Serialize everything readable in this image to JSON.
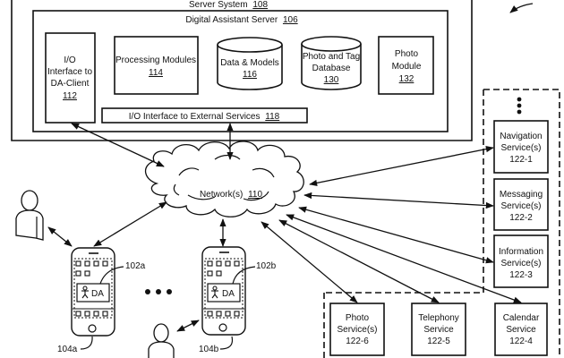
{
  "server_system": {
    "label": "Server System",
    "ref": "108"
  },
  "da_server": {
    "label": "Digital Assistant Server",
    "ref": "106"
  },
  "components": {
    "io_client": {
      "lines": [
        "I/O",
        "Interface to",
        "DA-Client"
      ],
      "ref": "112"
    },
    "processing": {
      "lines": [
        "Processing Modules"
      ],
      "ref": "114"
    },
    "data_models": {
      "lines": [
        "Data & Models"
      ],
      "ref": "116"
    },
    "photo_tag_db": {
      "lines": [
        "Photo and Tag",
        "Database"
      ],
      "ref": "130"
    },
    "photo_module": {
      "lines": [
        "Photo",
        "Module"
      ],
      "ref": "132"
    },
    "io_external": {
      "label": "I/O Interface to External Services",
      "ref": "118"
    }
  },
  "network": {
    "label": "Network(s)",
    "ref": "110"
  },
  "services": {
    "navigation": {
      "lines": [
        "Navigation",
        "Service(s)"
      ],
      "ref": "122-1"
    },
    "messaging": {
      "lines": [
        "Messaging",
        "Service(s)"
      ],
      "ref": "122-2"
    },
    "information": {
      "lines": [
        "Information",
        "Service(s)"
      ],
      "ref": "122-3"
    },
    "calendar": {
      "lines": [
        "Calendar",
        "Service"
      ],
      "ref": "122-4"
    },
    "telephony": {
      "lines": [
        "Telephony",
        "Service"
      ],
      "ref": "122-5"
    },
    "photo": {
      "lines": [
        "Photo",
        "Service(s)"
      ],
      "ref": "122-6"
    }
  },
  "devices": {
    "a": {
      "da_label": "DA",
      "client_ref": "102a",
      "device_ref": "104a"
    },
    "b": {
      "da_label": "DA",
      "client_ref": "102b",
      "device_ref": "104b"
    }
  },
  "ellipsis": "•••"
}
